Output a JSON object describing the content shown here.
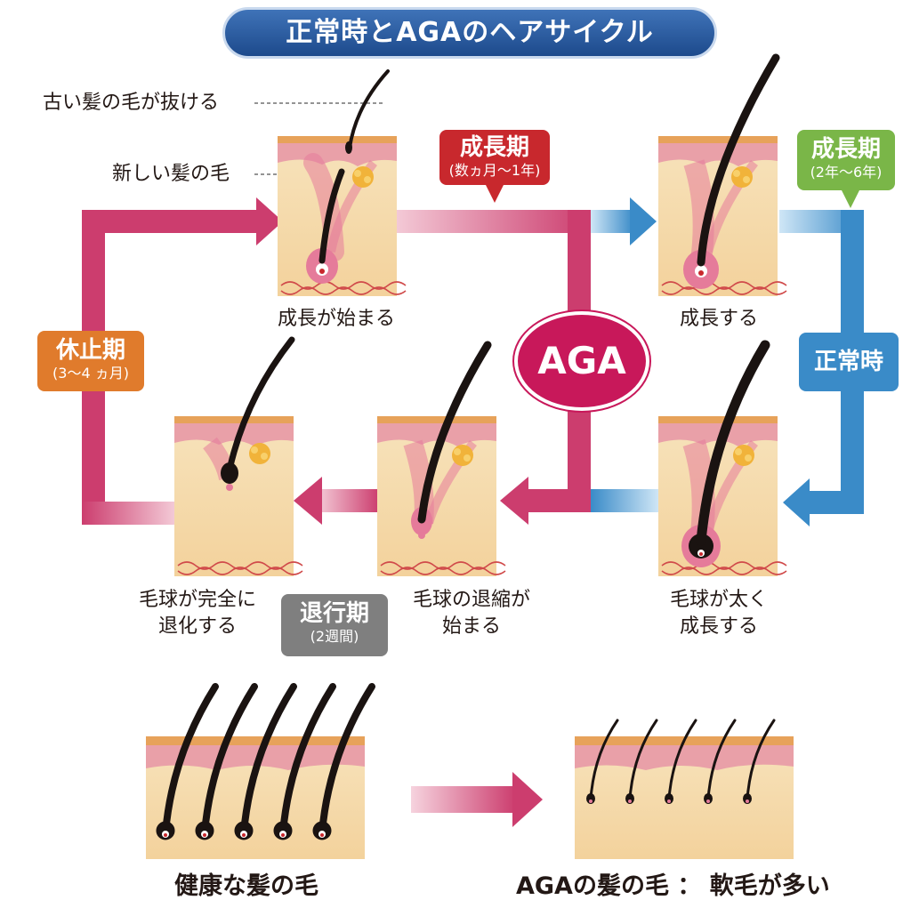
{
  "title": "正常時とAGAのヘアサイクル",
  "callouts": {
    "old_hair": "古い髪の毛が抜ける",
    "new_hair": "新しい髪の毛"
  },
  "stages": {
    "growth_start": "成長が始まる",
    "grow": "成長する",
    "bulb_thick_1": "毛球が太く",
    "bulb_thick_2": "成長する",
    "bulb_shrink_1": "毛球の退縮が",
    "bulb_shrink_2": "始まる",
    "bulb_regress_1": "毛球が完全に",
    "bulb_regress_2": "退化する"
  },
  "phases": {
    "aga_growth": {
      "label": "成長期",
      "duration": "(数ヵ月〜1年)",
      "color": "#c8282d"
    },
    "normal_growth": {
      "label": "成長期",
      "duration": "(2年〜6年)",
      "color": "#7ab648"
    },
    "rest": {
      "label": "休止期",
      "duration": "(3〜4 ヵ月)",
      "color": "#e07b2c"
    },
    "regression": {
      "label": "退行期",
      "duration": "(2週間)",
      "color": "#7f7f7f"
    },
    "normal": {
      "label": "正常時",
      "color": "#3a8bc8"
    },
    "aga": {
      "label": "AGA",
      "color": "#c8185a"
    }
  },
  "bottom": {
    "healthy": "健康な髪の毛",
    "aga_hair": "AGAの髪の毛 ： 軟毛が多い"
  },
  "colors": {
    "aga_line": "#cc3d6e",
    "normal_line": "#3a8bc8",
    "skin": "#f6dcae",
    "skin_top": "#e89a9e",
    "hair": "#1a1311"
  }
}
